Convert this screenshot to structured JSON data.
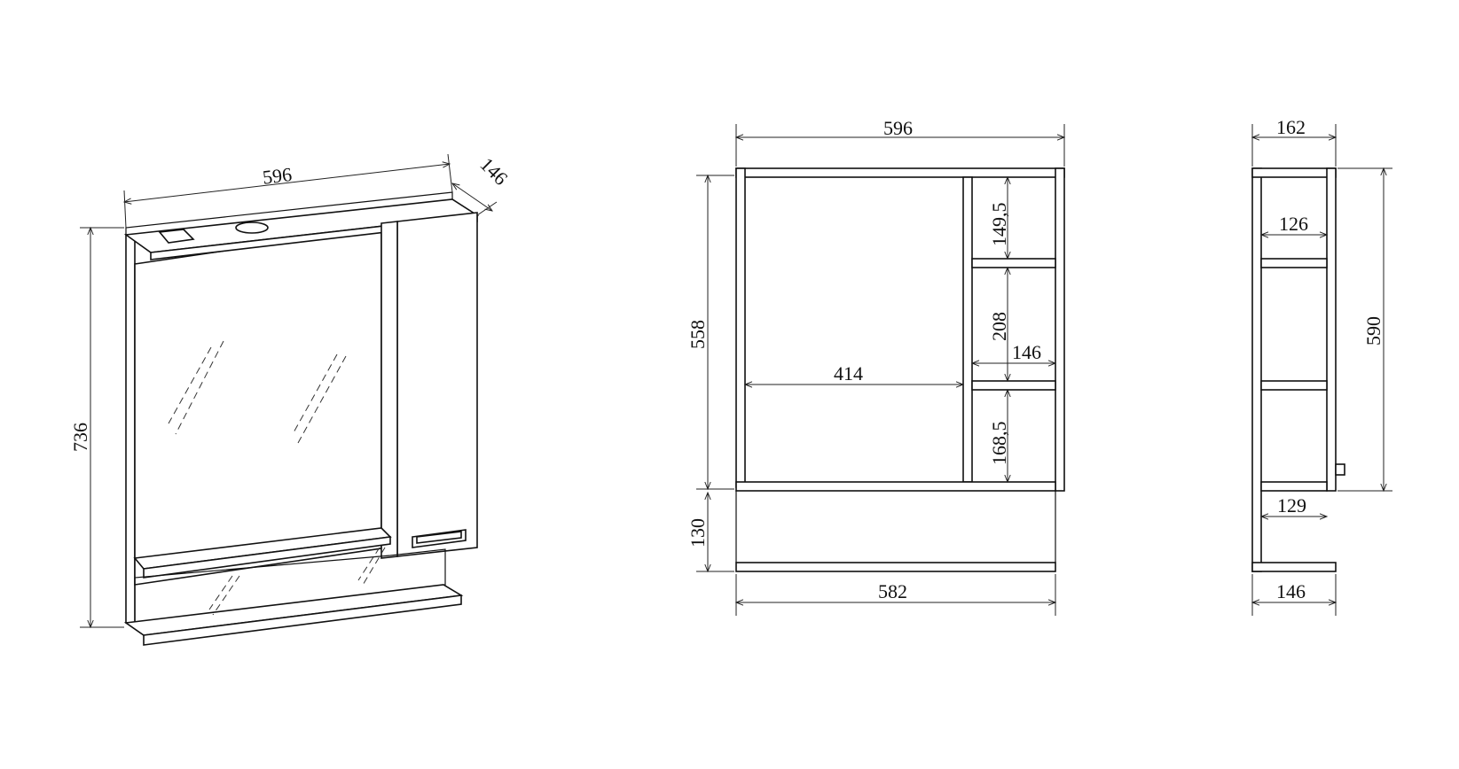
{
  "iso_view": {
    "width_label": "596",
    "depth_label": "146",
    "height_label": "736"
  },
  "front_view": {
    "width_label": "596",
    "height_label": "558",
    "bottom_height_label": "130",
    "bottom_width_label": "582",
    "opening_width_label": "414",
    "shelf_top_label": "149,5",
    "shelf_mid_label": "208",
    "shelf_bottom_label": "168,5",
    "shelf_width_label": "146"
  },
  "side_view": {
    "top_depth_label": "162",
    "inner_top_label": "126",
    "height_label": "590",
    "inner_bottom_label": "129",
    "base_depth_label": "146"
  }
}
